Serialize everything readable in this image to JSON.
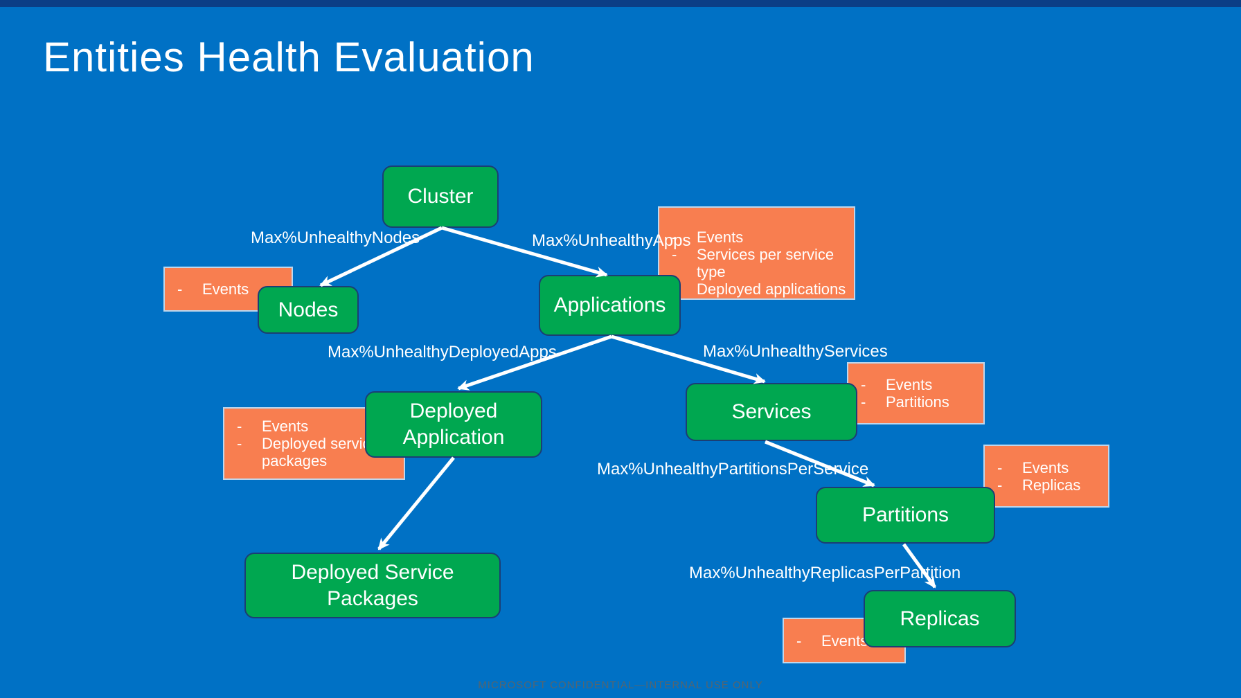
{
  "title": "Entities Health Evaluation",
  "footer": "MICROSOFT CONFIDENTIAL—INTERNAL USE ONLY",
  "ui": {
    "bullet": "-"
  },
  "colors": {
    "background": "#0071C5",
    "top_bar": "#0B3E86",
    "entity_fill": "#00A750",
    "entity_border": "#1B3E74",
    "note_fill": "#F87E50",
    "note_border": "#BDD7EE",
    "arrow": "#FFFFFF",
    "text": "#FFFFFF",
    "footer_text": "#55656E"
  },
  "entities": {
    "cluster": {
      "label": "Cluster"
    },
    "nodes": {
      "label": "Nodes"
    },
    "applications": {
      "label": "Applications"
    },
    "deployed_application": {
      "label": "Deployed Application"
    },
    "services": {
      "label": "Services"
    },
    "deployed_service_packages": {
      "label": "Deployed Service Packages"
    },
    "partitions": {
      "label": "Partitions"
    },
    "replicas": {
      "label": "Replicas"
    }
  },
  "edges": {
    "cluster_nodes": "Max%UnhealthyNodes",
    "cluster_apps": "Max%UnhealthyApps",
    "apps_deployed": "Max%UnhealthyDeployedApps",
    "apps_services": "Max%UnhealthyServices",
    "services_partitions": "Max%UnhealthyPartitionsPerService",
    "partitions_replicas": "Max%UnhealthyReplicasPerPartition"
  },
  "notes": {
    "nodes": {
      "items": [
        "Events"
      ]
    },
    "applications": {
      "items": [
        "Events",
        "Services per service type",
        "Deployed applications"
      ]
    },
    "deployed_application": {
      "items": [
        "Events",
        "Deployed service packages"
      ]
    },
    "services": {
      "items": [
        "Events",
        "Partitions"
      ]
    },
    "partitions": {
      "items": [
        "Events",
        "Replicas"
      ]
    },
    "replicas": {
      "items": [
        "Events"
      ]
    }
  }
}
